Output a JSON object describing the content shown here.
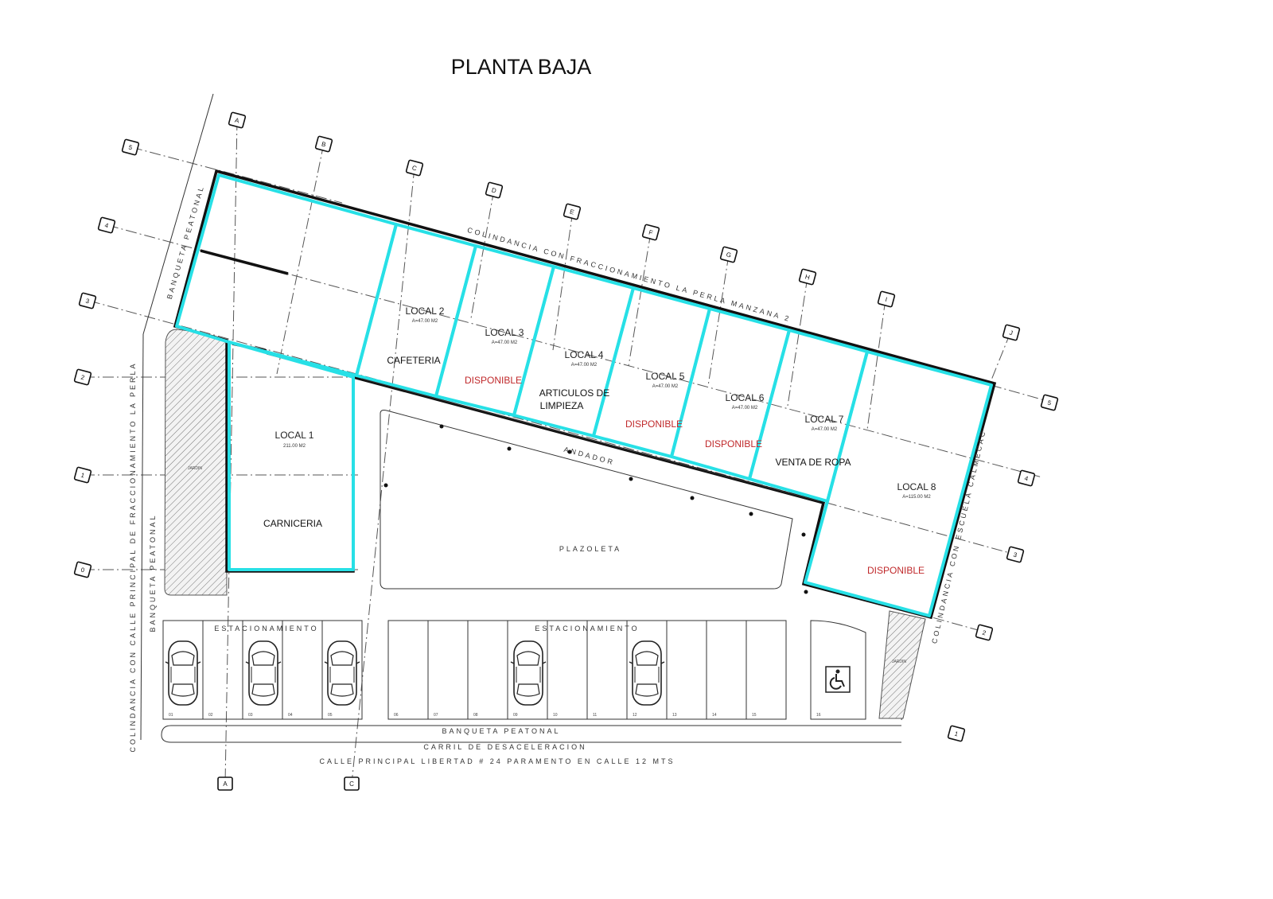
{
  "title": "PLANTA BAJA",
  "locales": [
    {
      "id": "local1",
      "name": "LOCAL 1",
      "area": "211.00 M2",
      "use": "CARNICERIA",
      "use_status": "occupied"
    },
    {
      "id": "local2",
      "name": "LOCAL 2",
      "area": "A=47.00 M2",
      "use": "CAFETERIA",
      "use_status": "occupied"
    },
    {
      "id": "local3",
      "name": "LOCAL 3",
      "area": "A=47.00 M2",
      "use": "DISPONIBLE",
      "use_status": "available"
    },
    {
      "id": "local4",
      "name": "LOCAL 4",
      "area": "A=47.00 M2",
      "use_line1": "ARTICULOS DE",
      "use_line2": "LIMPIEZA",
      "use_status": "occupied"
    },
    {
      "id": "local5",
      "name": "LOCAL 5",
      "area": "A=47.00 M2",
      "use": "DISPONIBLE",
      "use_status": "available"
    },
    {
      "id": "local6",
      "name": "LOCAL 6",
      "area": "A=47.00 M2",
      "use": "DISPONIBLE",
      "use_status": "available"
    },
    {
      "id": "local7",
      "name": "LOCAL 7",
      "area": "A=47.00 M2",
      "use": "VENTA DE ROPA",
      "use_status": "occupied"
    },
    {
      "id": "local8",
      "name": "LOCAL 8",
      "area": "A=115.00 M2",
      "use": "DISPONIBLE",
      "use_status": "available"
    }
  ],
  "labels": {
    "colindancia_top": "COLINDANCIA CON FRACCIONAMIENTO LA PERLA MANZANA 2",
    "banqueta_left": "BANQUETA PEATONAL",
    "colindancia_left": "COLINDANCIA CON CALLE PRINCIPAL DE FRACCIONAMIENTO LA PERLA",
    "banqueta_left2": "BANQUETA PEATONAL",
    "colindancia_right": "COLINDANCIA CON ESCUELA CALMECAC",
    "andador": "ANDADOR",
    "plazoleta": "PLAZOLETA",
    "estacionamiento_1": "ESTACIONAMIENTO",
    "estacionamiento_2": "ESTACIONAMIENTO",
    "banqueta_bottom": "BANQUETA PEATONAL",
    "carril": "CARRIL DE DESACELERACION",
    "calle": "CALLE PRINCIPAL LIBERTAD # 24 PARAMENTO EN CALLE 12 MTS",
    "jardin_left": "JARDIN",
    "jardin_right": "JARDIN"
  },
  "grid_tags": {
    "letters_top": [
      "A",
      "B",
      "C",
      "D",
      "E",
      "F",
      "G",
      "H",
      "I",
      "J"
    ],
    "numbers_left": [
      "5",
      "4",
      "3",
      "2",
      "1",
      "0"
    ],
    "numbers_right": [
      "5",
      "4",
      "3",
      "2",
      "1"
    ],
    "letters_bottom": [
      "A",
      "C"
    ]
  },
  "parking_numbers": [
    "01",
    "02",
    "03",
    "04",
    "05",
    "06",
    "07",
    "08",
    "09",
    "10",
    "11",
    "12",
    "13",
    "14",
    "15",
    "16"
  ],
  "colors": {
    "highlight": "#27e0e6",
    "available": "#c0292b",
    "wall": "#111111"
  },
  "icons": [
    "car-icon",
    "accessible-icon"
  ]
}
